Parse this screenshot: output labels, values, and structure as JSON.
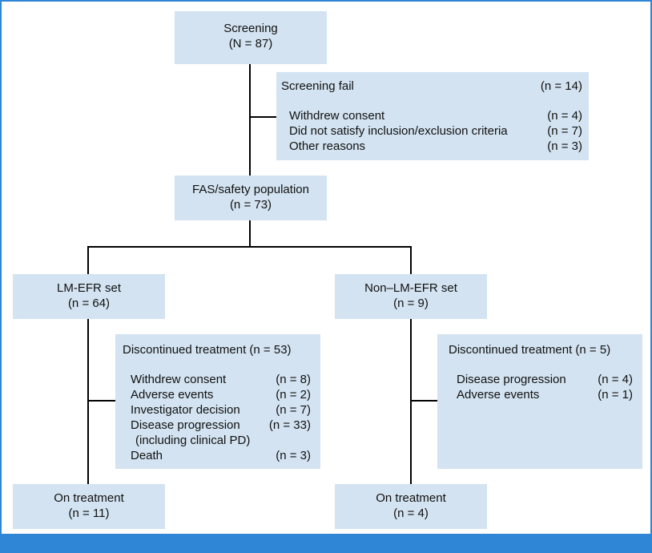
{
  "screening": {
    "title": "Screening",
    "count": "(N = 87)"
  },
  "screening_fail": {
    "title": "Screening fail",
    "count": "(n = 14)",
    "reasons": [
      {
        "label": "Withdrew consent",
        "count": "(n = 4)"
      },
      {
        "label": "Did not satisfy inclusion/exclusion criteria",
        "count": "(n = 7)"
      },
      {
        "label": "Other reasons",
        "count": "(n = 3)"
      }
    ]
  },
  "fas": {
    "title": "FAS/safety population",
    "count": "(n = 73)"
  },
  "lm_efr": {
    "title": "LM-EFR set",
    "count": "(n = 64)"
  },
  "non_lm_efr": {
    "title": "Non–LM-EFR set",
    "count": "(n = 9)"
  },
  "lm_discontinued": {
    "title": "Discontinued treatment (n = 53)",
    "reasons": [
      {
        "label": "Withdrew consent",
        "count": "(n = 8)"
      },
      {
        "label": "Adverse events",
        "count": "(n = 2)"
      },
      {
        "label": "Investigator decision",
        "count": "(n = 7)"
      },
      {
        "label": "Disease progression",
        "count": "(n = 33)"
      },
      {
        "label": "(including clinical PD)",
        "count": ""
      },
      {
        "label": "Death",
        "count": "(n = 3)"
      }
    ]
  },
  "non_discontinued": {
    "title": "Discontinued treatment (n = 5)",
    "reasons": [
      {
        "label": "Disease progression",
        "count": "(n = 4)"
      },
      {
        "label": "Adverse events",
        "count": "(n = 1)"
      }
    ]
  },
  "lm_on_treatment": {
    "title": "On treatment",
    "count": "(n = 11)"
  },
  "non_on_treatment": {
    "title": "On treatment",
    "count": "(n = 4)"
  }
}
